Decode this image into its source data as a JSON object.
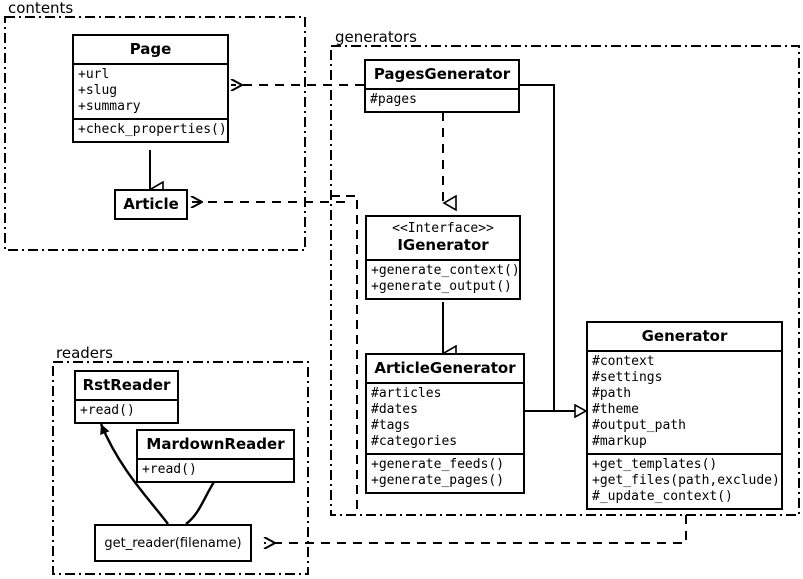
{
  "diagram": {
    "type": "uml-class-diagram",
    "background": "#ffffff",
    "line_color": "#000000"
  },
  "packages": [
    {
      "id": "contents",
      "label": "contents"
    },
    {
      "id": "generators",
      "label": "generators"
    },
    {
      "id": "readers",
      "label": "readers"
    }
  ],
  "classes": {
    "page": {
      "name": "Page",
      "attributes": [
        "+url",
        "+slug",
        "+summary"
      ],
      "operations": [
        "+check_properties()"
      ]
    },
    "article": {
      "name": "Article",
      "attributes": [],
      "operations": []
    },
    "pages_generator": {
      "name": "PagesGenerator",
      "attributes": [
        "#pages"
      ],
      "operations": []
    },
    "igenerator": {
      "stereotype": "<<Interface>>",
      "name": "IGenerator",
      "attributes": [],
      "operations": [
        "+generate_context()",
        "+generate_output()"
      ]
    },
    "article_generator": {
      "name": "ArticleGenerator",
      "attributes": [
        "#articles",
        "#dates",
        "#tags",
        "#categories"
      ],
      "operations": [
        "+generate_feeds()",
        "+generate_pages()"
      ]
    },
    "generator": {
      "name": "Generator",
      "attributes": [
        "#context",
        "#settings",
        "#path",
        "#theme",
        "#output_path",
        "#markup"
      ],
      "operations": [
        "+get_templates()",
        "+get_files(path,exclude)",
        "#_update_context()"
      ]
    },
    "rst_reader": {
      "name": "RstReader",
      "attributes": [],
      "operations": [
        "+read()"
      ]
    },
    "mardown_reader": {
      "name": "MardownReader",
      "attributes": [],
      "operations": [
        "+read()"
      ]
    },
    "get_reader": {
      "name": "get_reader(filename)"
    }
  },
  "relationships": [
    {
      "id": "article-inherits-page",
      "kind": "generalization",
      "from": "Article",
      "to": "Page"
    },
    {
      "id": "pagesgenerator-realizes-igenerator",
      "kind": "realization",
      "from": "PagesGenerator",
      "to": "IGenerator"
    },
    {
      "id": "articlegenerator-inherits-igenerator",
      "kind": "generalization",
      "from": "ArticleGenerator",
      "to": "IGenerator"
    },
    {
      "id": "pagesgenerator-inherits-generator",
      "kind": "generalization",
      "from": "PagesGenerator",
      "to": "Generator"
    },
    {
      "id": "articlegenerator-inherits-generator",
      "kind": "generalization",
      "from": "ArticleGenerator",
      "to": "Generator"
    },
    {
      "id": "generators-depends-page",
      "kind": "dependency",
      "from": "generators",
      "to": "Page"
    },
    {
      "id": "generators-depends-article",
      "kind": "dependency",
      "from": "generators",
      "to": "Article"
    },
    {
      "id": "generators-depends-get-reader",
      "kind": "dependency",
      "from": "Generator",
      "to": "get_reader(filename)"
    },
    {
      "id": "get-reader-returns-rstreader",
      "kind": "flow",
      "from": "get_reader(filename)",
      "to": "RstReader"
    },
    {
      "id": "get-reader-returns-mardownreader",
      "kind": "flow",
      "from": "get_reader(filename)",
      "to": "MardownReader"
    }
  ]
}
